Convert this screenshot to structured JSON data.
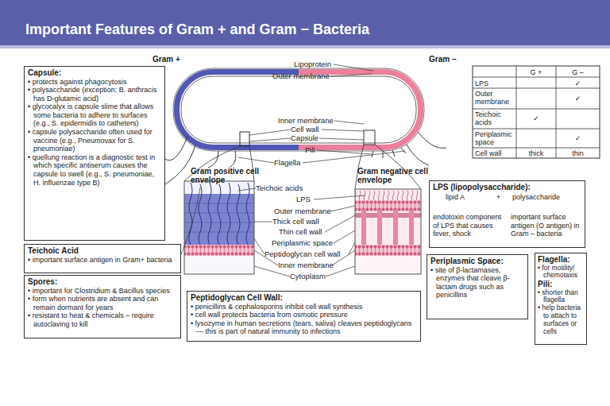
{
  "diagram": {
    "title": "Important Features of Gram + and Gram − Bacteria",
    "nodes": [
      {
        "text": [
          "Capsule:",
          "• protects against phagocytosis",
          "• polysaccharide (exception: B. anthracis has D-glutamic acid)",
          "• glycocalyx is capsule slime that allows some bacteria to adhere to surfaces (e.g., S. epidermidis to catheters)",
          "• capsule polysaccharide often used for vaccine (e.g., Pneumovax for S. pneumoniae)",
          "• quellung reaction is a diagnostic test in which specific antiserum causes the capsule to swell (e.g., S. pneumoniae, H. influenzae type B)"
        ]
      },
      {
        "text": [
          "Teichoic Acid",
          "• important surface antigen in Gram+ bacteria"
        ]
      },
      {
        "text": [
          "Spores:",
          "• important for Clostridium & Bacillus species",
          "• form when nutrients are absent and can remain dormant for years",
          "• resistant to heat & chemicals – require autoclaving to kill"
        ]
      },
      {
        "text": [
          "Peptidoglycan Cell Wall:",
          "• penicillins & cephalosporins inhibit cell wall synthesis",
          "• cell wall protects bacteria from osmotic pressure",
          "• lysozyme in human secretions (tears, saliva) cleaves peptidoglycans — this is part of natural immunity to infections"
        ]
      },
      {
        "text": [
          "LPS (lipopolysaccharide):",
          "lipid A",
          "+",
          "polysaccharide",
          "endotoxin component of LPS that causes fever, shock",
          "important surface antigen (O antigen) in Gram – bacteria"
        ]
      },
      {
        "text": [
          "Periplasmic Space:",
          "• site of β-lactamases, enzymes that cleave β-lactam drugs such as penicillins"
        ]
      },
      {
        "text": [
          "Flagella:",
          "• for motility/ chemotaxis",
          "Pili:",
          "• shorter than flagella",
          "• help bacteria to attach to surfaces or cells"
        ]
      }
    ],
    "labels": [
      "Gram +",
      "Gram −",
      "Lipoprotein",
      "Outer membrane",
      "Inner membrane",
      "Cell wall",
      "Capsule",
      "Pili",
      "Flagella",
      "Gram positive cell envelope",
      "Gram negative cell envelope",
      "Teichoic acids",
      "LPS",
      "Outer membrane",
      "Thick cell wall",
      "Thin cell wall",
      "Periplasmic space",
      "Peptidoglycan cell wall",
      "Inner membrane",
      "Cytoplasm",
      "G +",
      "G –",
      "LPS",
      "✓",
      "Outer membrane",
      "✓",
      "Teichoic acids",
      "✓",
      "Periplasmic space",
      "✓",
      "Cell wall",
      "thick",
      "thin"
    ]
  }
}
